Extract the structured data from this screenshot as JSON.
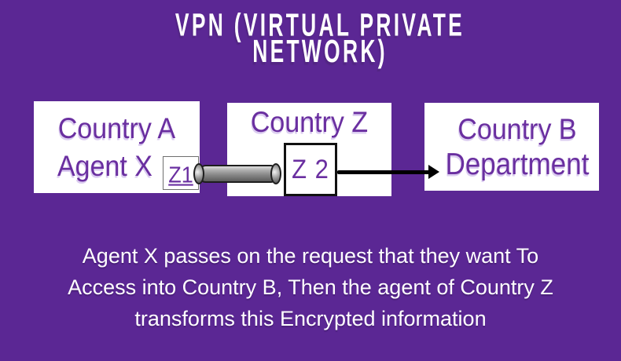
{
  "colors": {
    "background": "#5B2794",
    "box_bg": "#ffffff",
    "box_text": "#6A2FA0",
    "title_text": "#ffffff",
    "caption_text": "#ffffff",
    "arrow_color": "#000000",
    "pipe_mid": "#8a8a8a"
  },
  "title": {
    "line1": "VPN (VIRTUAL PRIVATE",
    "line2": "NETWORK)"
  },
  "diagram": {
    "country_a": {
      "line1": "Country A",
      "line2": "Agent X"
    },
    "z1_label": "Z1",
    "country_z": {
      "title": "Country Z",
      "z2_label": "Z 2"
    },
    "country_b": {
      "line1": "Country B",
      "line2": "Department"
    }
  },
  "caption": {
    "lines": [
      "Agent X passes on the request that they want To",
      "Access into Country B, Then the agent of Country Z",
      "transforms this Encrypted information"
    ]
  }
}
